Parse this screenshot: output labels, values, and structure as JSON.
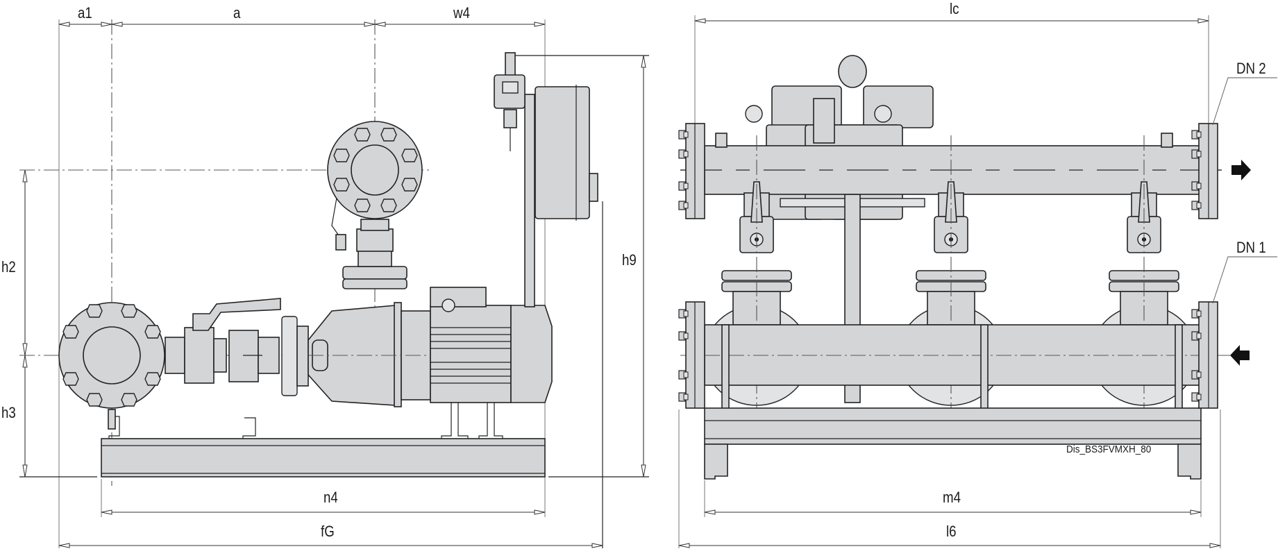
{
  "drawing": {
    "code": "Dis_BS3FVMXH_80",
    "fill_color": "#d4d5d7",
    "line_color": "#222222"
  },
  "side_view": {
    "dimensions": {
      "a1": "a1",
      "a": "a",
      "w4": "w4",
      "h2": "h2",
      "h3": "h3",
      "h9": "h9",
      "n4": "n4",
      "fG": "fG"
    }
  },
  "front_view": {
    "dimensions": {
      "lc": "lc",
      "m4": "m4",
      "l6": "l6"
    },
    "connections": {
      "outlet": "DN 2",
      "inlet": "DN 1"
    },
    "pump_count": 3,
    "flow_arrows": [
      "outlet-arrow-right",
      "inlet-arrow-left"
    ]
  }
}
